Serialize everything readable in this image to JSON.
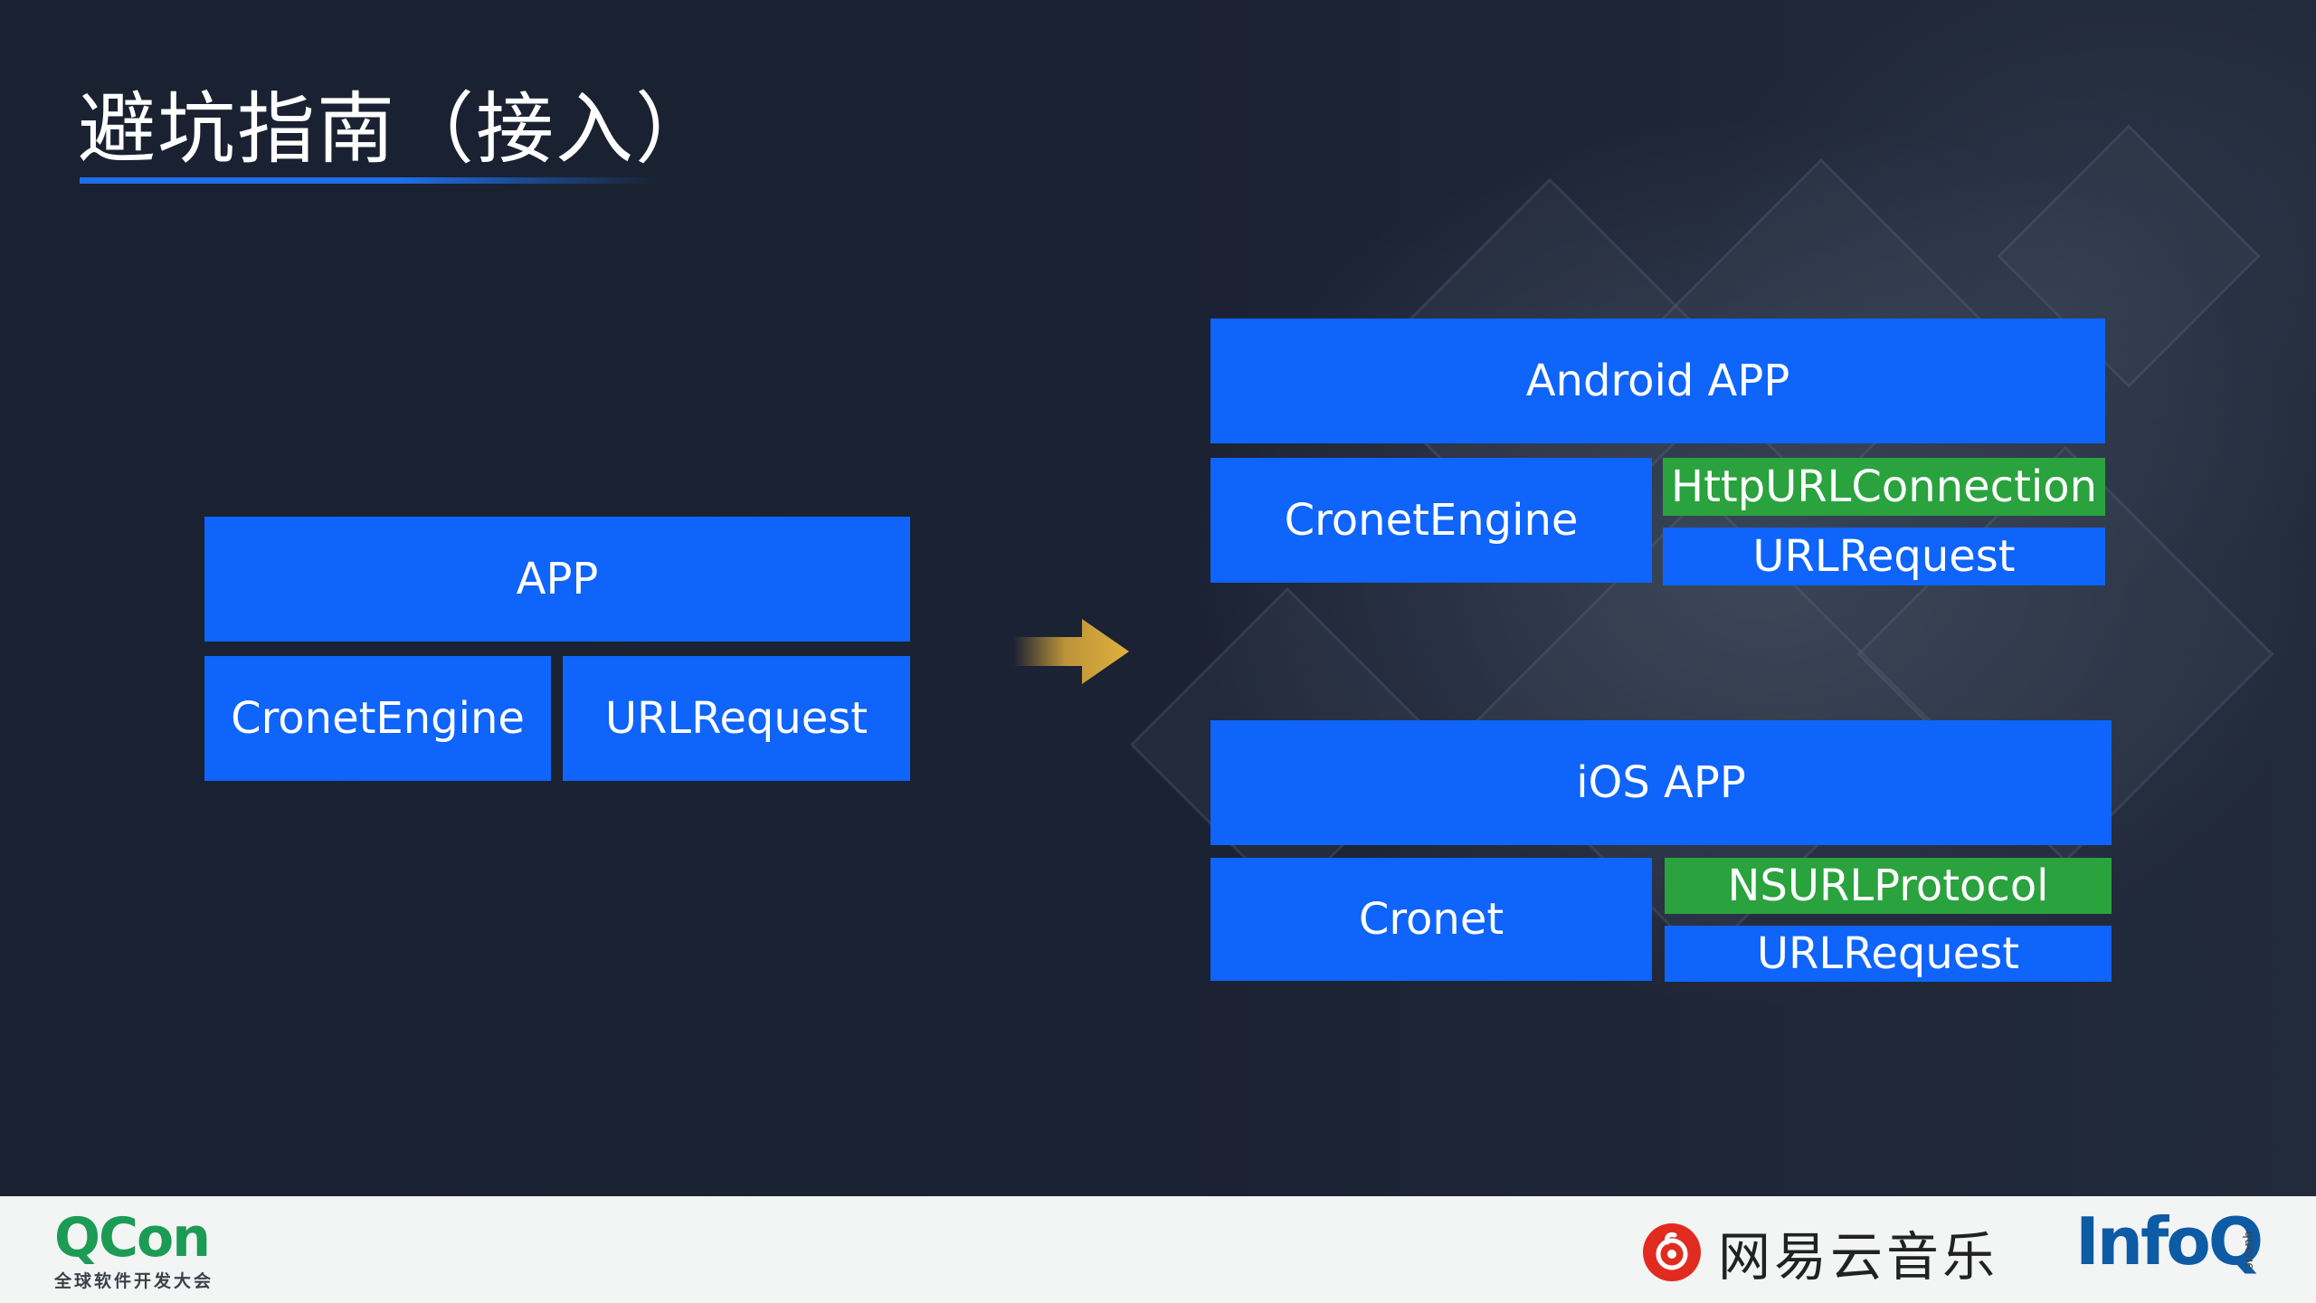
{
  "title": "避坑指南（接入）",
  "left_stack": {
    "app": "APP",
    "cronet_engine": "CronetEngine",
    "url_request": "URLRequest"
  },
  "android_stack": {
    "app": "Android APP",
    "cronet_engine": "CronetEngine",
    "http_url_connection": "HttpURLConnection",
    "url_request": "URLRequest"
  },
  "ios_stack": {
    "app": "iOS APP",
    "cronet": "Cronet",
    "ns_url_protocol": "NSURLProtocol",
    "url_request": "URLRequest"
  },
  "footer": {
    "qcon_logo": "QCon",
    "qcon_subtitle": "全球软件开发大会",
    "netease_music": "网易云音乐",
    "infoq_logo": "InfoQ",
    "infoq_tag": "queue"
  },
  "colors": {
    "background": "#1b2232",
    "box_blue": "#0e64fb",
    "box_green": "#2aa23e",
    "arrow_gold": "#d9a93a",
    "title_underline": "#1e6fe8",
    "footer_bg": "#f3f4f4"
  },
  "icons": [
    "right-arrow-icon",
    "netease-music-logo-icon"
  ]
}
